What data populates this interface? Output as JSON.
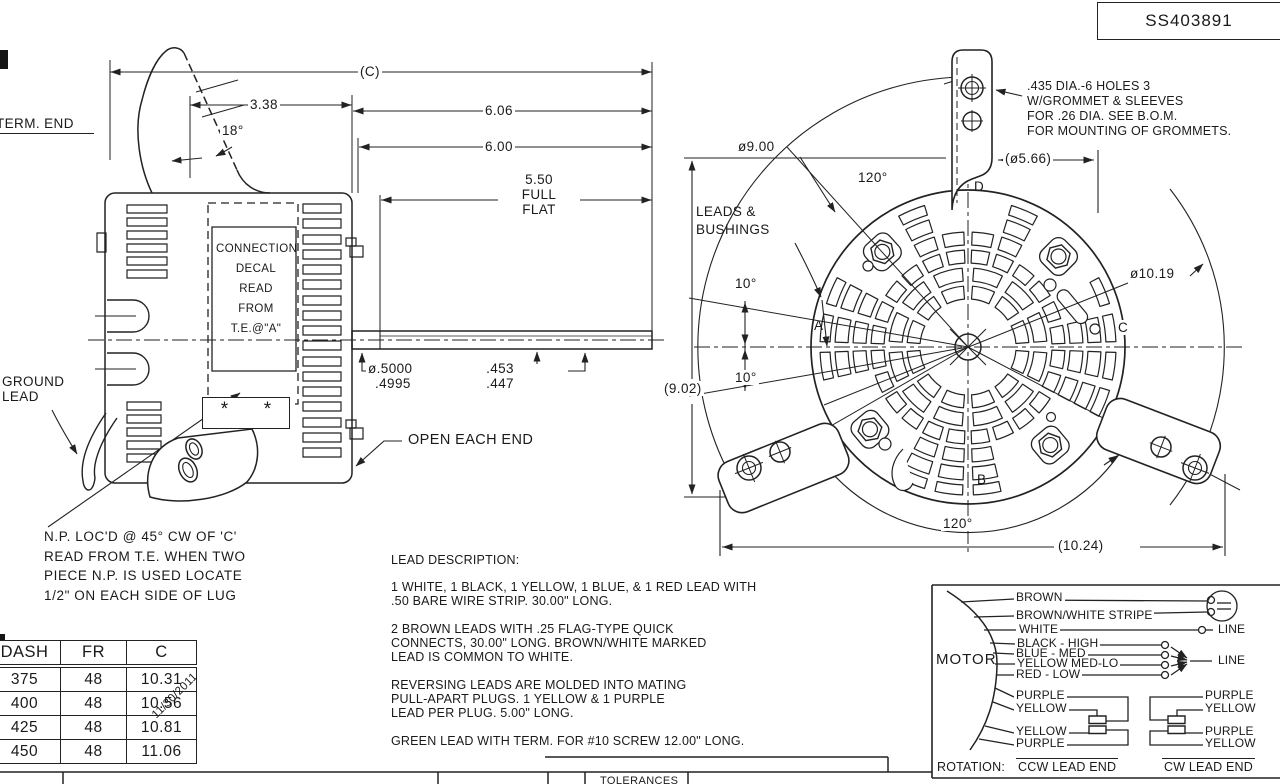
{
  "meta": {
    "doc_number": "SS403891"
  },
  "side_view": {
    "term_end": "TERM. END",
    "decal_lines": [
      "CONNECTION",
      "DECAL",
      "READ",
      "FROM",
      "T.E.@\"A\""
    ],
    "ground_lead": [
      "GROUND",
      "LEAD"
    ],
    "open_each_end": "OPEN EACH END",
    "stars": [
      "*",
      "*"
    ],
    "np_note": [
      "N.P. LOC'D @ 45° CW OF 'C'",
      "READ FROM T.E. WHEN TWO",
      "PIECE N.P. IS USED LOCATE",
      "1/2\" ON EACH SIDE OF LUG"
    ],
    "dims": {
      "c": "(C)",
      "d338": "3.38",
      "d606": "6.06",
      "d600": "6.00",
      "d550": "5.50",
      "full": "FULL",
      "flat": "FLAT",
      "a18": "18°",
      "shaft_dia": [
        "ø.5000",
        ".4995"
      ],
      "flat_dim": [
        ".453",
        ".447"
      ]
    }
  },
  "front_view": {
    "dims": {
      "d900": "ø9.00",
      "a120_top": "120°",
      "d566": "(ø5.66)",
      "a10_top": "10°",
      "a10_bot": "10°",
      "d1019": "ø10.19",
      "d902": "(9.02)",
      "a120_bot": "120°",
      "d1024": "(10.24)"
    },
    "labels": {
      "a": "A",
      "b": "B",
      "c": "C",
      "d": "D"
    },
    "leads_bushings": [
      "LEADS &",
      "BUSHINGS"
    ],
    "holes_note": [
      ".435 DIA.-6 HOLES 3",
      "W/GROMMET & SLEEVES",
      "FOR .26 DIA. SEE B.O.M.",
      "FOR MOUNTING OF GROMMETS."
    ]
  },
  "dash_table": {
    "headers": [
      "DASH",
      "FR",
      "C"
    ],
    "rows": [
      [
        "375",
        "48",
        "10.31"
      ],
      [
        "400",
        "48",
        "10.56"
      ],
      [
        "425",
        "48",
        "10.81"
      ],
      [
        "450",
        "48",
        "11.06"
      ]
    ],
    "date_note": "11/30/2011"
  },
  "lead_description": {
    "title": "LEAD DESCRIPTION:",
    "p1": [
      "1 WHITE, 1 BLACK, 1 YELLOW, 1 BLUE, & 1 RED LEAD WITH",
      ".50 BARE WIRE STRIP. 30.00\" LONG."
    ],
    "p2": [
      "2 BROWN LEADS WITH .25 FLAG-TYPE QUICK",
      "CONNECTS, 30.00\" LONG. BROWN/WHITE MARKED",
      "LEAD IS COMMON TO WHITE."
    ],
    "p3": [
      "REVERSING LEADS ARE MOLDED INTO MATING",
      "PULL-APART PLUGS. 1 YELLOW & 1 PURPLE",
      "LEAD PER PLUG. 5.00\" LONG."
    ],
    "p4": [
      "GREEN LEAD WITH TERM. FOR #10 SCREW 12.00\" LONG."
    ]
  },
  "wiring": {
    "motor_label": "MOTOR",
    "leads": [
      "BROWN",
      "BROWN/WHITE STRIPE",
      "WHITE",
      "BLACK - HIGH",
      "BLUE - MED",
      "YELLOW MED-LO",
      "RED - LOW",
      "PURPLE",
      "YELLOW",
      "YELLOW",
      "PURPLE"
    ],
    "right_leads": [
      "PURPLE",
      "YELLOW",
      "PURPLE",
      "YELLOW"
    ],
    "line_labels": [
      "LINE",
      "LINE"
    ],
    "rotation_label": "ROTATION:",
    "ccw": "CCW LEAD END",
    "cw": "CW LEAD END"
  },
  "title_block": {
    "tolerances": "TOLERANCES"
  }
}
